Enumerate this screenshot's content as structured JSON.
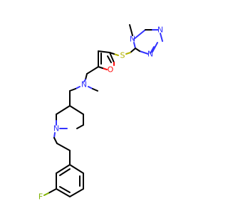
{
  "atoms": {
    "n_triazole_methyl": "N",
    "n_triazole_a": "N",
    "n_triazole_b": "N",
    "sulfur": "S",
    "oxygen": "O",
    "n_amine": "N",
    "n_piperidine": "N",
    "fluorine": "F"
  },
  "colors": {
    "carbon_bond": "#000000",
    "nitrogen": "#3333ff",
    "oxygen": "#ff0d0d",
    "sulfur": "#b2b200",
    "fluorine": "#7fb200"
  }
}
